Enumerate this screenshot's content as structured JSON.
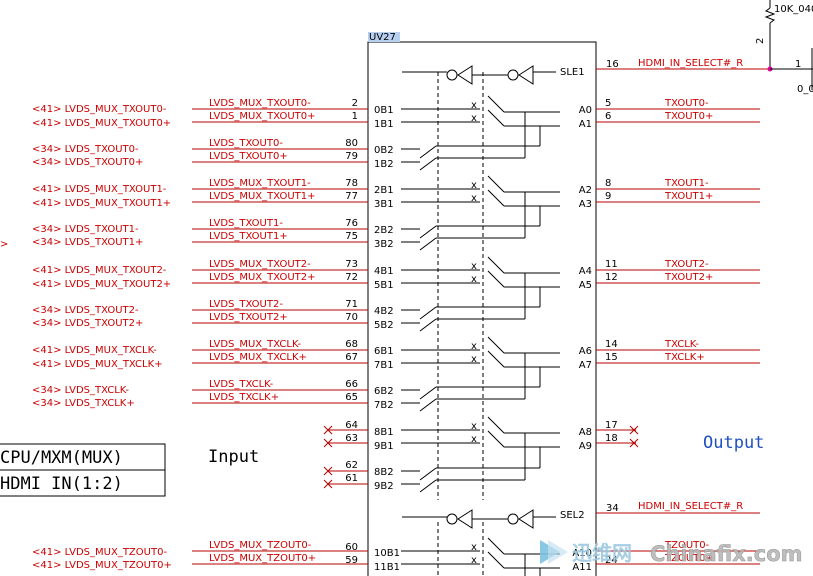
{
  "chip": {
    "ref": "UV27",
    "sel1": {
      "label": "SLE1",
      "pin": "16",
      "net": "HDMI_IN_SELECT#_R"
    },
    "sel2": {
      "label": "SEL2",
      "pin": "34",
      "net": "HDMI_IN_SELECT#_R"
    },
    "resistor": {
      "label": "10K_040",
      "pin_top": "2",
      "pin_right": "1",
      "extra": "0_0"
    }
  },
  "groups": [
    {
      "rows": [
        {
          "offpage": "<41> LVDS_MUX_TXOUT0-",
          "net": "LVDS_MUX_TXOUT0-",
          "pin": "2",
          "port": "0B1"
        },
        {
          "offpage": "<41> LVDS_MUX_TXOUT0+",
          "net": "LVDS_MUX_TXOUT0+",
          "pin": "1",
          "port": "1B1"
        },
        {
          "offpage": "<34> LVDS_TXOUT0-",
          "net": "LVDS_TXOUT0-",
          "pin": "80",
          "port": "0B2"
        },
        {
          "offpage": "<34> LVDS_TXOUT0+",
          "net": "LVDS_TXOUT0+",
          "pin": "79",
          "port": "1B2"
        }
      ],
      "outputs": [
        {
          "port": "A0",
          "pin": "5",
          "net": "TXOUT0-"
        },
        {
          "port": "A1",
          "pin": "6",
          "net": "TXOUT0+"
        }
      ]
    },
    {
      "rows": [
        {
          "offpage": "<41> LVDS_MUX_TXOUT1-",
          "net": "LVDS_MUX_TXOUT1-",
          "pin": "78",
          "port": "2B1"
        },
        {
          "offpage": "<41> LVDS_MUX_TXOUT1+",
          "net": "LVDS_MUX_TXOUT1+",
          "pin": "77",
          "port": "3B1"
        },
        {
          "offpage": "<34> LVDS_TXOUT1-",
          "net": "LVDS_TXOUT1-",
          "pin": "76",
          "port": "2B2"
        },
        {
          "offpage": "<34> LVDS_TXOUT1+",
          "net": "LVDS_TXOUT1+",
          "pin": "75",
          "port": "3B2"
        }
      ],
      "outputs": [
        {
          "port": "A2",
          "pin": "8",
          "net": "TXOUT1-"
        },
        {
          "port": "A3",
          "pin": "9",
          "net": "TXOUT1+"
        }
      ]
    },
    {
      "rows": [
        {
          "offpage": "<41> LVDS_MUX_TXOUT2-",
          "net": "LVDS_MUX_TXOUT2-",
          "pin": "73",
          "port": "4B1"
        },
        {
          "offpage": "<41> LVDS_MUX_TXOUT2+",
          "net": "LVDS_MUX_TXOUT2+",
          "pin": "72",
          "port": "5B1"
        },
        {
          "offpage": "<34> LVDS_TXOUT2-",
          "net": "LVDS_TXOUT2-",
          "pin": "71",
          "port": "4B2"
        },
        {
          "offpage": "<34> LVDS_TXOUT2+",
          "net": "LVDS_TXOUT2+",
          "pin": "70",
          "port": "5B2"
        }
      ],
      "outputs": [
        {
          "port": "A4",
          "pin": "11",
          "net": "TXOUT2-"
        },
        {
          "port": "A5",
          "pin": "12",
          "net": "TXOUT2+"
        }
      ]
    },
    {
      "rows": [
        {
          "offpage": "<41> LVDS_MUX_TXCLK-",
          "net": "LVDS_MUX_TXCLK-",
          "pin": "68",
          "port": "6B1"
        },
        {
          "offpage": "<41> LVDS_MUX_TXCLK+",
          "net": "LVDS_MUX_TXCLK+",
          "pin": "67",
          "port": "7B1"
        },
        {
          "offpage": "<34> LVDS_TXCLK-",
          "net": "LVDS_TXCLK-",
          "pin": "66",
          "port": "6B2"
        },
        {
          "offpage": "<34> LVDS_TXCLK+",
          "net": "LVDS_TXCLK+",
          "pin": "65",
          "port": "7B2"
        }
      ],
      "outputs": [
        {
          "port": "A6",
          "pin": "14",
          "net": "TXCLK-"
        },
        {
          "port": "A7",
          "pin": "15",
          "net": "TXCLK+"
        }
      ]
    },
    {
      "rows": [
        {
          "offpage": "",
          "net": "",
          "pin": "64",
          "port": "8B1"
        },
        {
          "offpage": "",
          "net": "",
          "pin": "63",
          "port": "9B1"
        },
        {
          "offpage": "",
          "net": "",
          "pin": "62",
          "port": "8B2"
        },
        {
          "offpage": "",
          "net": "",
          "pin": "61",
          "port": "9B2"
        }
      ],
      "outputs": [
        {
          "port": "A8",
          "pin": "17",
          "net": ""
        },
        {
          "port": "A9",
          "pin": "18",
          "net": ""
        }
      ]
    },
    {
      "rows": [
        {
          "offpage": "<41> LVDS_MUX_TZOUT0-",
          "net": "LVDS_MUX_TZOUT0-",
          "pin": "60",
          "port": "10B1"
        },
        {
          "offpage": "<41> LVDS_MUX_TZOUT0+",
          "net": "LVDS_MUX_TZOUT0+",
          "pin": "59",
          "port": "11B1"
        }
      ],
      "outputs": [
        {
          "port": "A10",
          "pin": "",
          "net": "TZOUT0-"
        },
        {
          "port": "A11",
          "pin": "24",
          "net": "TZOUT0+"
        }
      ]
    }
  ],
  "notes": {
    "box_line1": "CPU/MXM(MUX)",
    "box_line2": "HDMI IN(1:2)",
    "input": "Input",
    "output": "Output",
    "left_arrow": ">"
  },
  "watermark": {
    "cn": "迅维网",
    "en": "Chinafix.com"
  }
}
